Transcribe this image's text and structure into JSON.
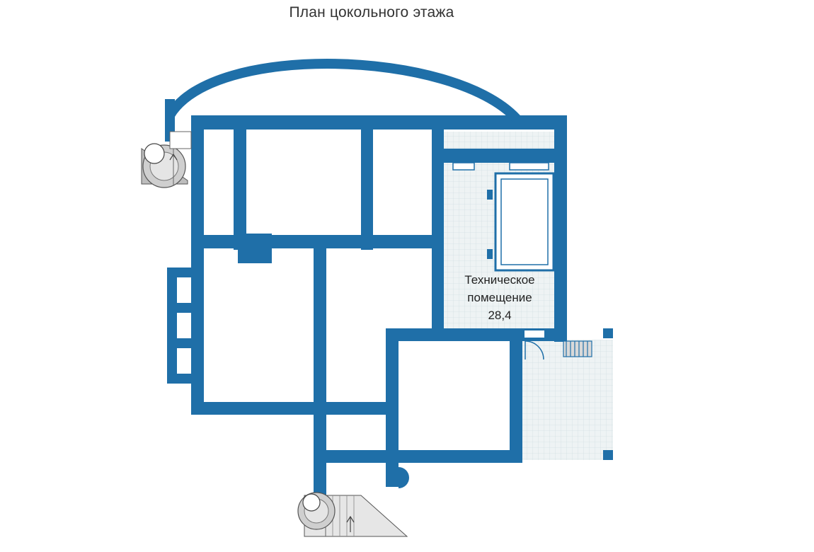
{
  "title": "План цокольного этажа",
  "rooms": [
    {
      "name": "Техническое",
      "name2": "помещение",
      "area": "28,4"
    }
  ],
  "colors": {
    "wall": "#1f6fa8",
    "tile_fill": "#eef3f4",
    "tile_grid": "#d6e2e6",
    "stair_grey": "#c9c9c9"
  }
}
